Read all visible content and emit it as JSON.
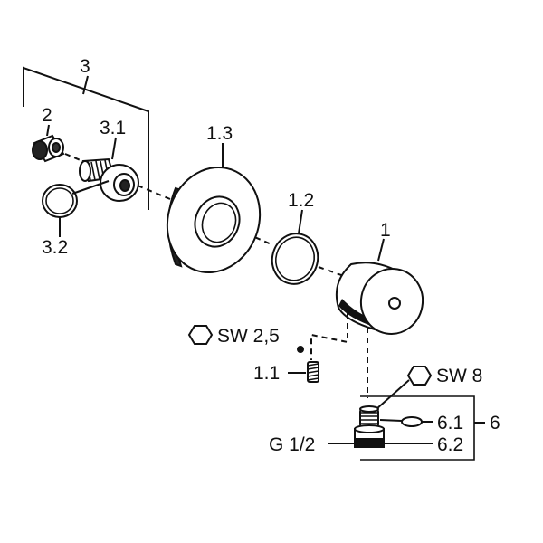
{
  "diagram": {
    "labels": {
      "l3": "3",
      "l2": "2",
      "l3_1": "3.1",
      "l3_2": "3.2",
      "l1_3": "1.3",
      "l1_2": "1.2",
      "l1": "1",
      "sw25": "SW 2,5",
      "l1_1": "1.1",
      "sw8": "SW 8",
      "l6_1": "6.1",
      "l6": "6",
      "g12": "G 1/2",
      "l6_2": "6.2"
    },
    "colors": {
      "ink": "#111111",
      "paper": "#ffffff"
    }
  }
}
